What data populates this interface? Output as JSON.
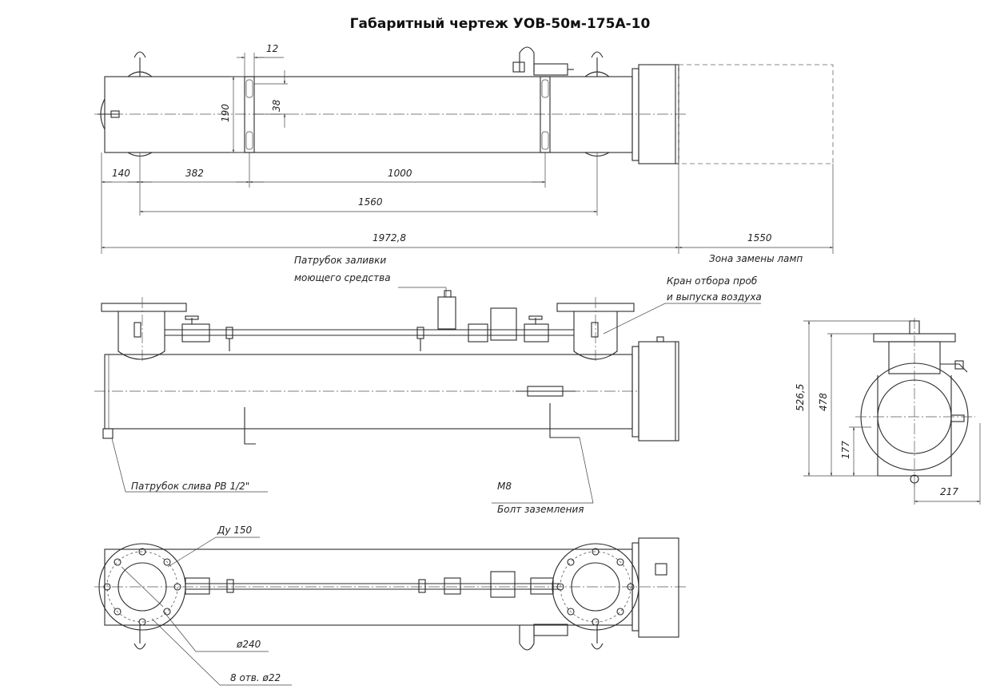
{
  "title": "Габаритный чертеж УОВ-50м-175А-10",
  "dimensions": {
    "d12": "12",
    "d38": "38",
    "d190": "190",
    "d140": "140",
    "d382": "382",
    "d1000": "1000",
    "d1560": "1560",
    "d1972": "1972,8",
    "d1550": "1550",
    "d526": "526,5",
    "d478": "478",
    "d177": "177",
    "d217": "217"
  },
  "labels": {
    "lamp_zone": "Зона замены ламп",
    "nozzle_fill_1": "Патрубок заливки",
    "nozzle_fill_2": "моющего средства",
    "tap_1": "Кран отбора проб",
    "tap_2": "и выпуска воздуха",
    "drain": "Патрубок слива PB 1/2\"",
    "bolt_size": "M8",
    "bolt": "Болт заземления",
    "du": "Ду 150",
    "d240": "ø240",
    "holes": "8 отв. ø22"
  }
}
